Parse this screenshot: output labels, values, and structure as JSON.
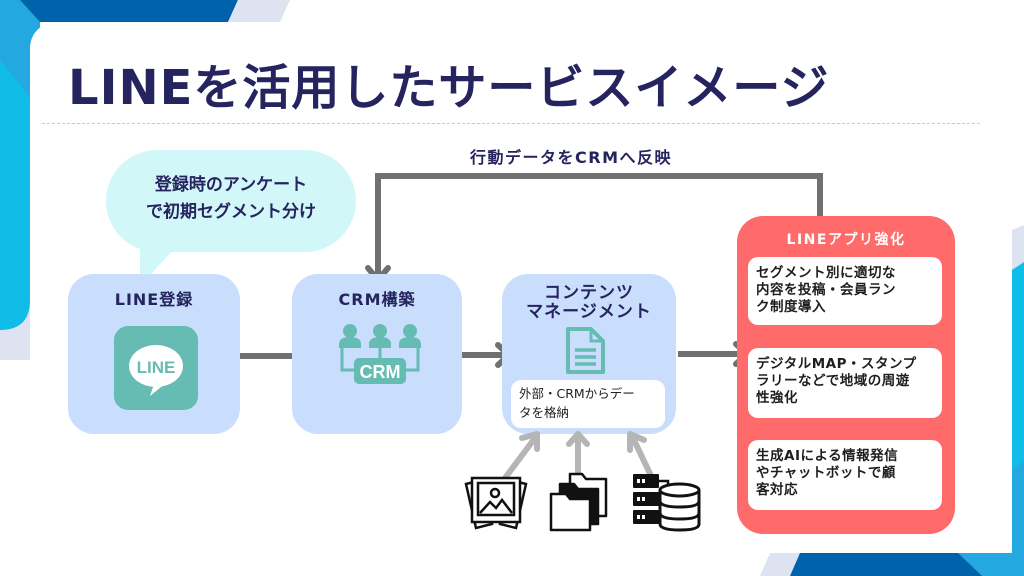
{
  "slide": {
    "title": "LINEを活用したサービスイメージ"
  },
  "feedback_loop": {
    "label": "行動データをCRMへ反映"
  },
  "speech_bubble": {
    "lines": [
      "登録時のアンケート",
      "で初期セグメント分け"
    ]
  },
  "steps": [
    {
      "title": "LINE登録",
      "icon": "line-app-icon",
      "icon_text": "LINE"
    },
    {
      "title": "CRM構築",
      "icon": "crm-people-icon",
      "icon_text": "CRM"
    },
    {
      "title_lines": [
        "コンテンツ",
        "マネージメント"
      ],
      "icon": "document-icon",
      "note_lines": [
        "外部・CRMからデー",
        "タを格納"
      ]
    }
  ],
  "data_sources": [
    {
      "icon": "image-gallery-icon"
    },
    {
      "icon": "folders-icon"
    },
    {
      "icon": "database-server-icon"
    }
  ],
  "app_panel": {
    "title": "LINEアプリ強化",
    "items": [
      {
        "lines": [
          "セグメント別に適切な",
          "内容を投稿・会員ラン",
          "ク制度導入"
        ]
      },
      {
        "lines": [
          "デジタルMAP・スタンプ",
          "ラリーなどで地域の周遊",
          "性強化"
        ]
      },
      {
        "lines": [
          "生成AIによる情報発信",
          "やチャットボットで顧",
          "客対応"
        ]
      }
    ]
  },
  "colors": {
    "title": "#25245e",
    "step_box": "#c9defc",
    "bubble": "#d1f7f9",
    "icon_teal": "#66bcb2",
    "app_panel": "#ff6b6b",
    "arrow": "#707070",
    "source_arrow": "#b5b5b5",
    "deco_dark_blue": "#0062ab",
    "deco_cyan": "#10bde9",
    "deco_light_blue": "#23a9e0",
    "deco_gray": "#dde3f0"
  }
}
